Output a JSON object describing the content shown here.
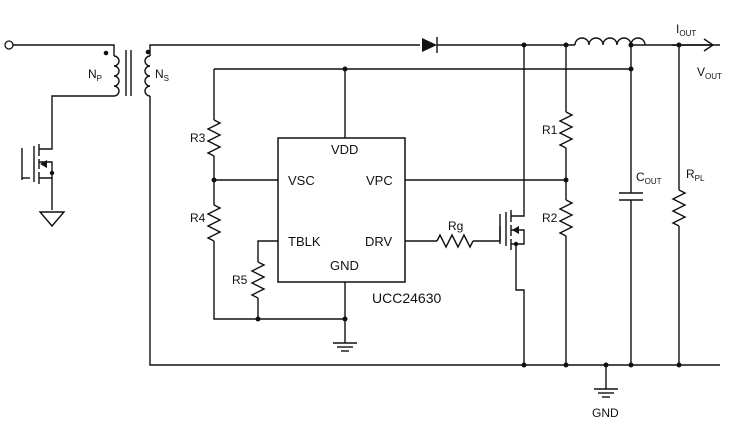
{
  "labels": {
    "np": "N",
    "np_sub": "P",
    "ns": "N",
    "ns_sub": "S",
    "iout": "I",
    "iout_sub": "OUT",
    "vout": "V",
    "vout_sub": "OUT",
    "cout": "C",
    "cout_sub": "OUT",
    "rpl": "R",
    "rpl_sub": "PL",
    "r1": "R1",
    "r2": "R2",
    "r3": "R3",
    "r4": "R4",
    "r5": "R5",
    "rg": "Rg",
    "gnd": "GND"
  },
  "ic": {
    "name": "UCC24630",
    "pins": {
      "vdd": "VDD",
      "vsc": "VSC",
      "vpc": "VPC",
      "tblk": "TBLK",
      "drv": "DRV",
      "gnd": "GND"
    }
  }
}
